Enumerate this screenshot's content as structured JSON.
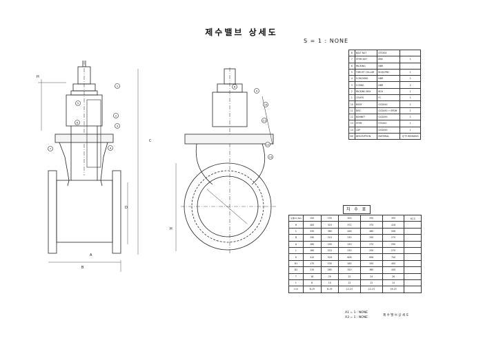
{
  "title": "제수밸브 상세도",
  "scale": "S = 1 :  NONE",
  "bom": {
    "rows": [
      {
        "no": "8",
        "name": "BOLT NUT",
        "material": "STS304",
        "qty": ""
      },
      {
        "no": "7",
        "name": "STEM NUT",
        "material": "BS6",
        "qty": "1"
      },
      {
        "no": "6",
        "name": "PACKING",
        "material": "NBR",
        "qty": ""
      },
      {
        "no": "5",
        "name": "THRUST COLLAR",
        "material": "BC6/CPBC",
        "qty": "1"
      },
      {
        "no": "4",
        "name": "O-PACKING",
        "material": "NBR",
        "qty": "1"
      },
      {
        "no": "3",
        "name": "O-RING",
        "material": "NBR",
        "qty": "2"
      },
      {
        "no": "2",
        "name": "PACKING BOX",
        "material": "BC6",
        "qty": "1"
      },
      {
        "no": "1",
        "name": "COVER",
        "material": "FC",
        "qty": "1"
      },
      {
        "no": "10",
        "name": "BODY",
        "material": "GCD450",
        "qty": "1"
      },
      {
        "no": "11",
        "name": "DISC",
        "material": "GCD450 + EPDM",
        "qty": "1"
      },
      {
        "no": "12",
        "name": "BONNET",
        "material": "GCD450",
        "qty": "1"
      },
      {
        "no": "13",
        "name": "STEM",
        "material": "STS420",
        "qty": "1"
      },
      {
        "no": "14",
        "name": "CAP",
        "material": "GCD450",
        "qty": "1"
      },
      {
        "no": "NO",
        "name": "DESCRIPTION",
        "material": "MATERIAL",
        "qty": "Q'TY  REMARKS"
      }
    ]
  },
  "dim_table": {
    "title": "치 수 표",
    "corner": "구경(D)\nNO.",
    "headers": [
      "100",
      "150",
      "200",
      "250",
      "300",
      "비 고"
    ],
    "rows": [
      [
        "H",
        "283",
        "319",
        "372",
        "375",
        "416",
        ""
      ],
      [
        "C",
        "330",
        "380",
        "446",
        "480",
        "506",
        ""
      ],
      [
        "B",
        "190",
        "210",
        "230",
        "250",
        "270",
        ""
      ],
      [
        "A",
        "180",
        "200",
        "230",
        "270",
        "290",
        ""
      ],
      [
        "L",
        "180",
        "210",
        "230",
        "250",
        "270",
        ""
      ],
      [
        "K",
        "410",
        "516",
        "608",
        "656",
        "700",
        ""
      ],
      [
        "D1",
        "175",
        "230",
        "285",
        "345",
        "400",
        ""
      ],
      [
        "D2",
        "210",
        "265",
        "320",
        "380",
        "440",
        ""
      ],
      [
        "T",
        "18",
        "20",
        "22",
        "24",
        "26",
        ""
      ],
      [
        "t",
        "8",
        "10",
        "12",
        "12",
        "14",
        ""
      ],
      [
        "n-d",
        "8-19",
        "8-19",
        "12-23",
        "12-23",
        "16-23",
        ""
      ]
    ]
  },
  "footer": {
    "scale_line1": "A1 =  1 : NONE",
    "scale_line2": "A3 =  1 : NONE",
    "name": "제 수 밸 브  상 세 도"
  },
  "callouts": [
    "1",
    "2",
    "3",
    "4",
    "5",
    "6",
    "7",
    "8",
    "9",
    "10",
    "11",
    "12",
    "13"
  ],
  "dim_labels": {
    "c": "C",
    "h": "H",
    "b": "B",
    "a": "A",
    "d": "D",
    "left_top": "H"
  }
}
